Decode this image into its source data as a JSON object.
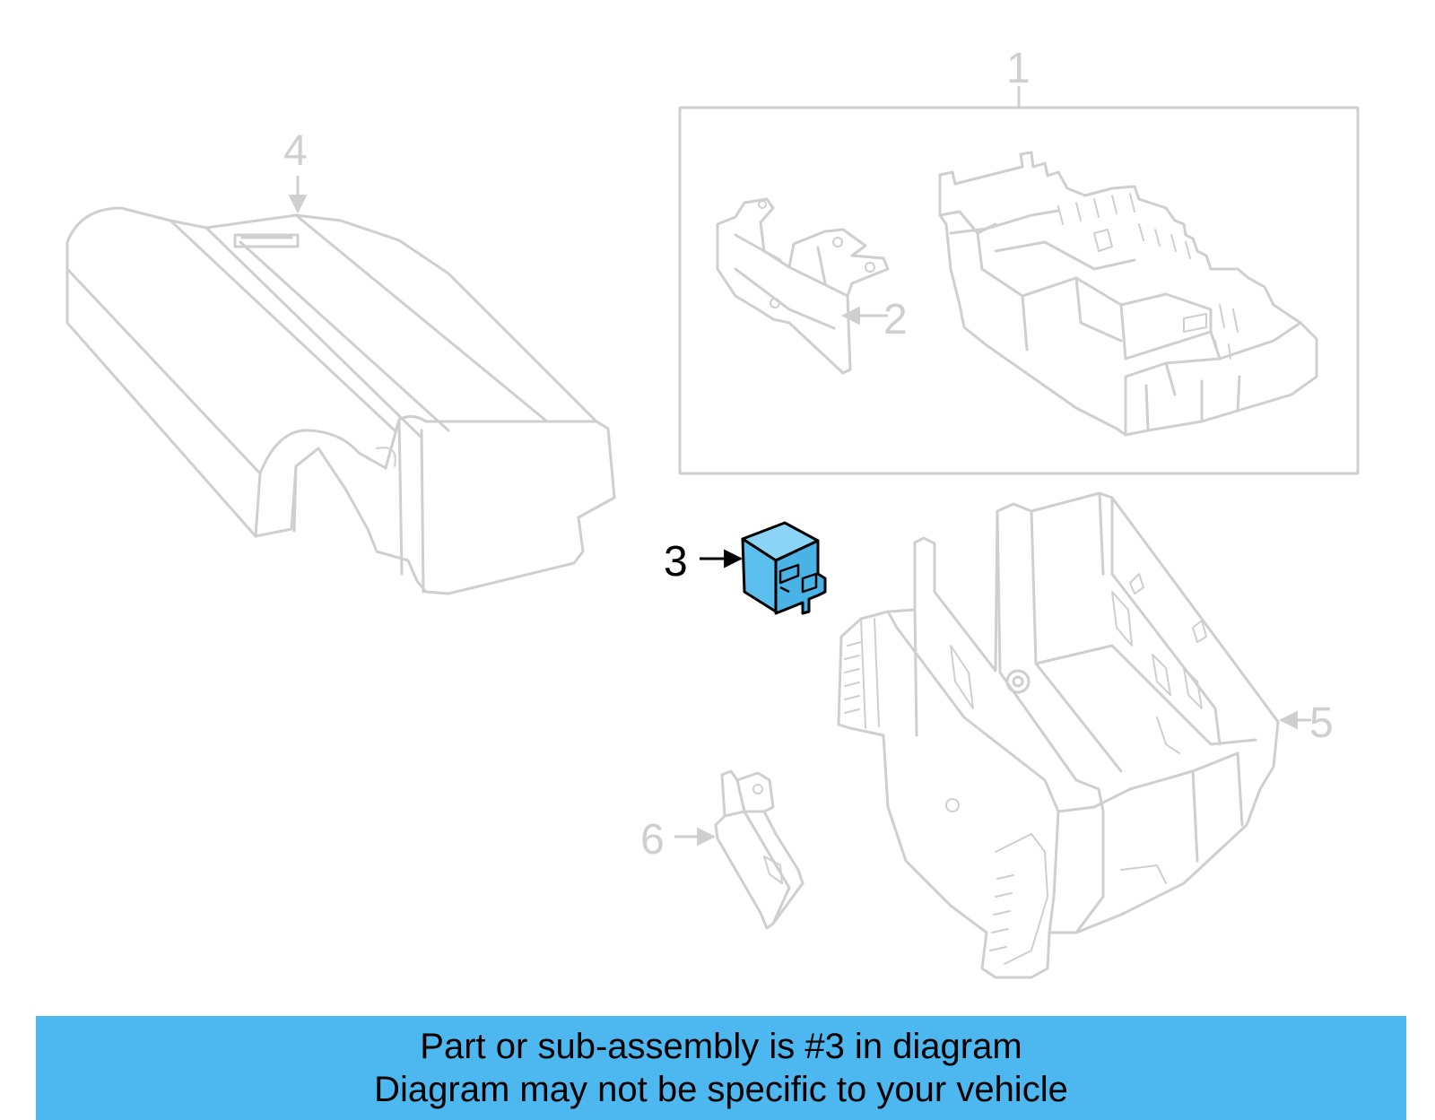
{
  "callouts": {
    "c1": "1",
    "c2": "2",
    "c3": "3",
    "c4": "4",
    "c5": "5",
    "c6": "6"
  },
  "colors": {
    "highlight_part": "#5bc0ee",
    "banner_background": "#4db8f0",
    "outline_gray": "#cfcfcf"
  },
  "banner": {
    "line1": "Part or sub-assembly is #3 in diagram",
    "line2": "Diagram may not be specific to your vehicle"
  }
}
